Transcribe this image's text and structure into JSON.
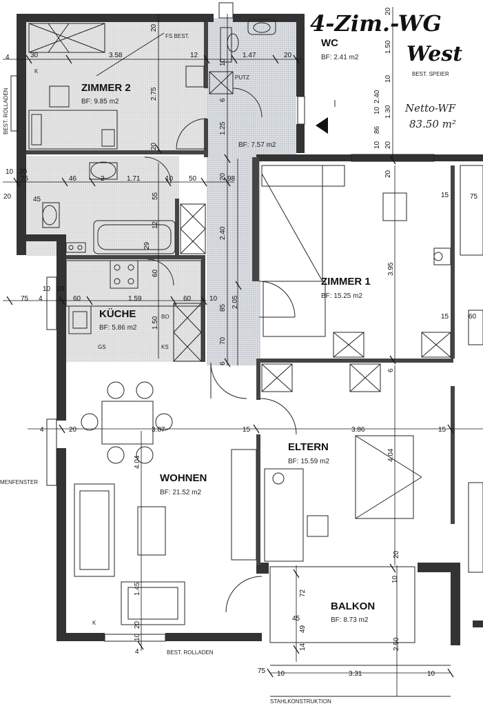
{
  "title": {
    "line1": "4-Zim.-WG",
    "line2": "West"
  },
  "note": {
    "line1": "Netto-WF",
    "line2": "83.50 m²"
  },
  "rooms": {
    "zimmer2": {
      "name": "ZIMMER 2",
      "area": "BF:     9.85  m2"
    },
    "wc": {
      "name": "WC",
      "area": "BF: 2.41  m2"
    },
    "flur": {
      "area": "BF: 7.57  m2"
    },
    "zimmer1": {
      "name": "ZIMMER 1",
      "area": "BF:      15.25  m2"
    },
    "kueche": {
      "name": "KÜCHE",
      "area": "BF: 5.86  m2"
    },
    "wohnen": {
      "name": "WOHNEN",
      "area": "BF:    21.52  m2"
    },
    "eltern": {
      "name": "ELTERN",
      "area": "BF: 15.59  m2"
    },
    "balkon": {
      "name": "BALKON",
      "area": "BF:  8.73  m2"
    }
  },
  "labels": {
    "fs_best": "FS BEST.",
    "putz": "PUTZ",
    "best_speier": "BEST. SPEIER",
    "best_rolladen_left": "BEST. ROLLADEN",
    "best_rolladen_bottom": "BEST. ROLLADEN",
    "menfenster": "MENFENSTER",
    "stahlkonstruktion": "STAHLKONSTRUKTION",
    "bo": "BO",
    "gs": "GS",
    "ks": "KS",
    "k_left": "K",
    "k_right": "K"
  },
  "dims": {
    "d30": "30",
    "d358": "3.58",
    "d12a": "12",
    "d147": "1.47",
    "d20a": "20",
    "d20top": "20",
    "d275": "2.75",
    "d125": "1.25",
    "d6a": "6",
    "d150": "1.50",
    "d10a": "10",
    "d240": "2.40",
    "d10b": "10",
    "d130": "1.30",
    "d86": "86",
    "d10c": "10",
    "d20b": "20",
    "d75": "75",
    "d46": "46",
    "d2": "2",
    "d171": "1.71",
    "d10d": "10",
    "d50": "50",
    "d98": "98",
    "d20c": "20",
    "d45": "45",
    "d10e": "10",
    "d20d": "20",
    "d4a": "4",
    "d755": "75",
    "d4b": "4",
    "d10f": "10",
    "d20e": "20",
    "d60a": "60",
    "d159": "1.59",
    "d60b": "60",
    "d10g": "10",
    "d205": "2.05",
    "d85": "85",
    "d70": "70",
    "d6b": "6",
    "d240b": "2.40",
    "d395": "3.95",
    "d15a": "15",
    "d60c": "60",
    "d20f": "20",
    "d387": "3.87",
    "d15b": "15",
    "d386": "3.86",
    "d15c": "15",
    "d404a": "4.04",
    "d404b": "4.04",
    "d6c": "6",
    "d15d": "15",
    "d75b": "75",
    "d145": "1.45",
    "d10h": "10",
    "d20g": "20",
    "d20h": "20",
    "d72": "72",
    "d49": "49",
    "d14": "14",
    "d250": "2.50",
    "d75c": "75",
    "d10i": "10",
    "d331": "3.31",
    "d10j": "10",
    "d29": "29",
    "d60d": "60",
    "d150b": "1.50",
    "d55": "55",
    "d20i": "20",
    "d4c": "4",
    "d4d": "4",
    "d20j": "20",
    "d45b": "45",
    "d10k": "10",
    "d20k": "20",
    "d12b": "12",
    "d10l": "10",
    "d20l": "20"
  }
}
